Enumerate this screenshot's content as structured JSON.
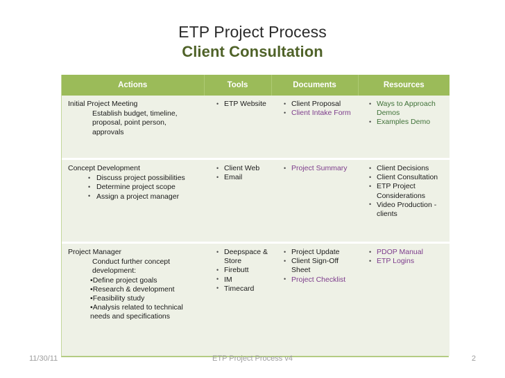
{
  "slide": {
    "title_main": "ETP Project Process",
    "title_sub": "Client Consultation"
  },
  "table": {
    "headers": {
      "actions": "Actions",
      "tools": "Tools",
      "documents": "Documents",
      "resources": "Resources"
    },
    "rows": [
      {
        "actions": {
          "heading": "Initial Project Meeting",
          "sub_lines": [
            "Establish budget, timeline,",
            "proposal, point person,",
            "approvals"
          ],
          "bullets": []
        },
        "tools": [
          "ETP Website"
        ],
        "documents": [
          {
            "text": "Client Proposal",
            "style": "plain"
          },
          {
            "text": "Client Intake Form",
            "style": "purple"
          }
        ],
        "resources": [
          {
            "text": "Ways to Approach Demos",
            "style": "green"
          },
          {
            "text": "Examples Demo",
            "style": "green"
          }
        ]
      },
      {
        "actions": {
          "heading": "Concept Development",
          "sub_lines": [],
          "bullets": [
            "Discuss project possibilities",
            "Determine project scope",
            "Assign a project manager"
          ]
        },
        "tools": [
          "Client Web",
          "Email"
        ],
        "documents": [
          {
            "text": "Project Summary",
            "style": "purple"
          }
        ],
        "resources": [
          {
            "text": "Client Decisions",
            "style": "plain"
          },
          {
            "text": "Client Consultation",
            "style": "plain"
          },
          {
            "text": "ETP Project Considerations",
            "style": "plain"
          },
          {
            "text": "Video Production - clients",
            "style": "plain"
          }
        ]
      },
      {
        "actions": {
          "heading": "Project Manager",
          "sub_lines": [
            "Conduct further concept",
            "development:"
          ],
          "tight_bullets": [
            "Define project goals",
            "Research & development",
            "Feasibility study",
            "Analysis related to technical"
          ],
          "tight_continuation": "needs and specifications",
          "bullets": []
        },
        "tools": [
          "Deepspace & Store",
          "Firebutt",
          "IM",
          "Timecard"
        ],
        "documents": [
          {
            "text": "Project Update",
            "style": "plain"
          },
          {
            "text": "Client Sign-Off Sheet",
            "style": "plain"
          },
          {
            "text": "Project Checklist",
            "style": "purple"
          }
        ],
        "resources": [
          {
            "text": "PDOP Manual",
            "style": "purple"
          },
          {
            "text": "ETP Logins",
            "style": "purple"
          }
        ]
      }
    ]
  },
  "footer": {
    "date": "11/30/11",
    "center": "ETP Project Process v4",
    "page": "2"
  },
  "colors": {
    "header_green": "#9bbb59",
    "cell_bg": "#eef1e6",
    "title_sub": "#4f6228",
    "link_purple": "#7d3c8c",
    "link_green": "#3f7138",
    "footer_text": "#9d9d9d"
  }
}
